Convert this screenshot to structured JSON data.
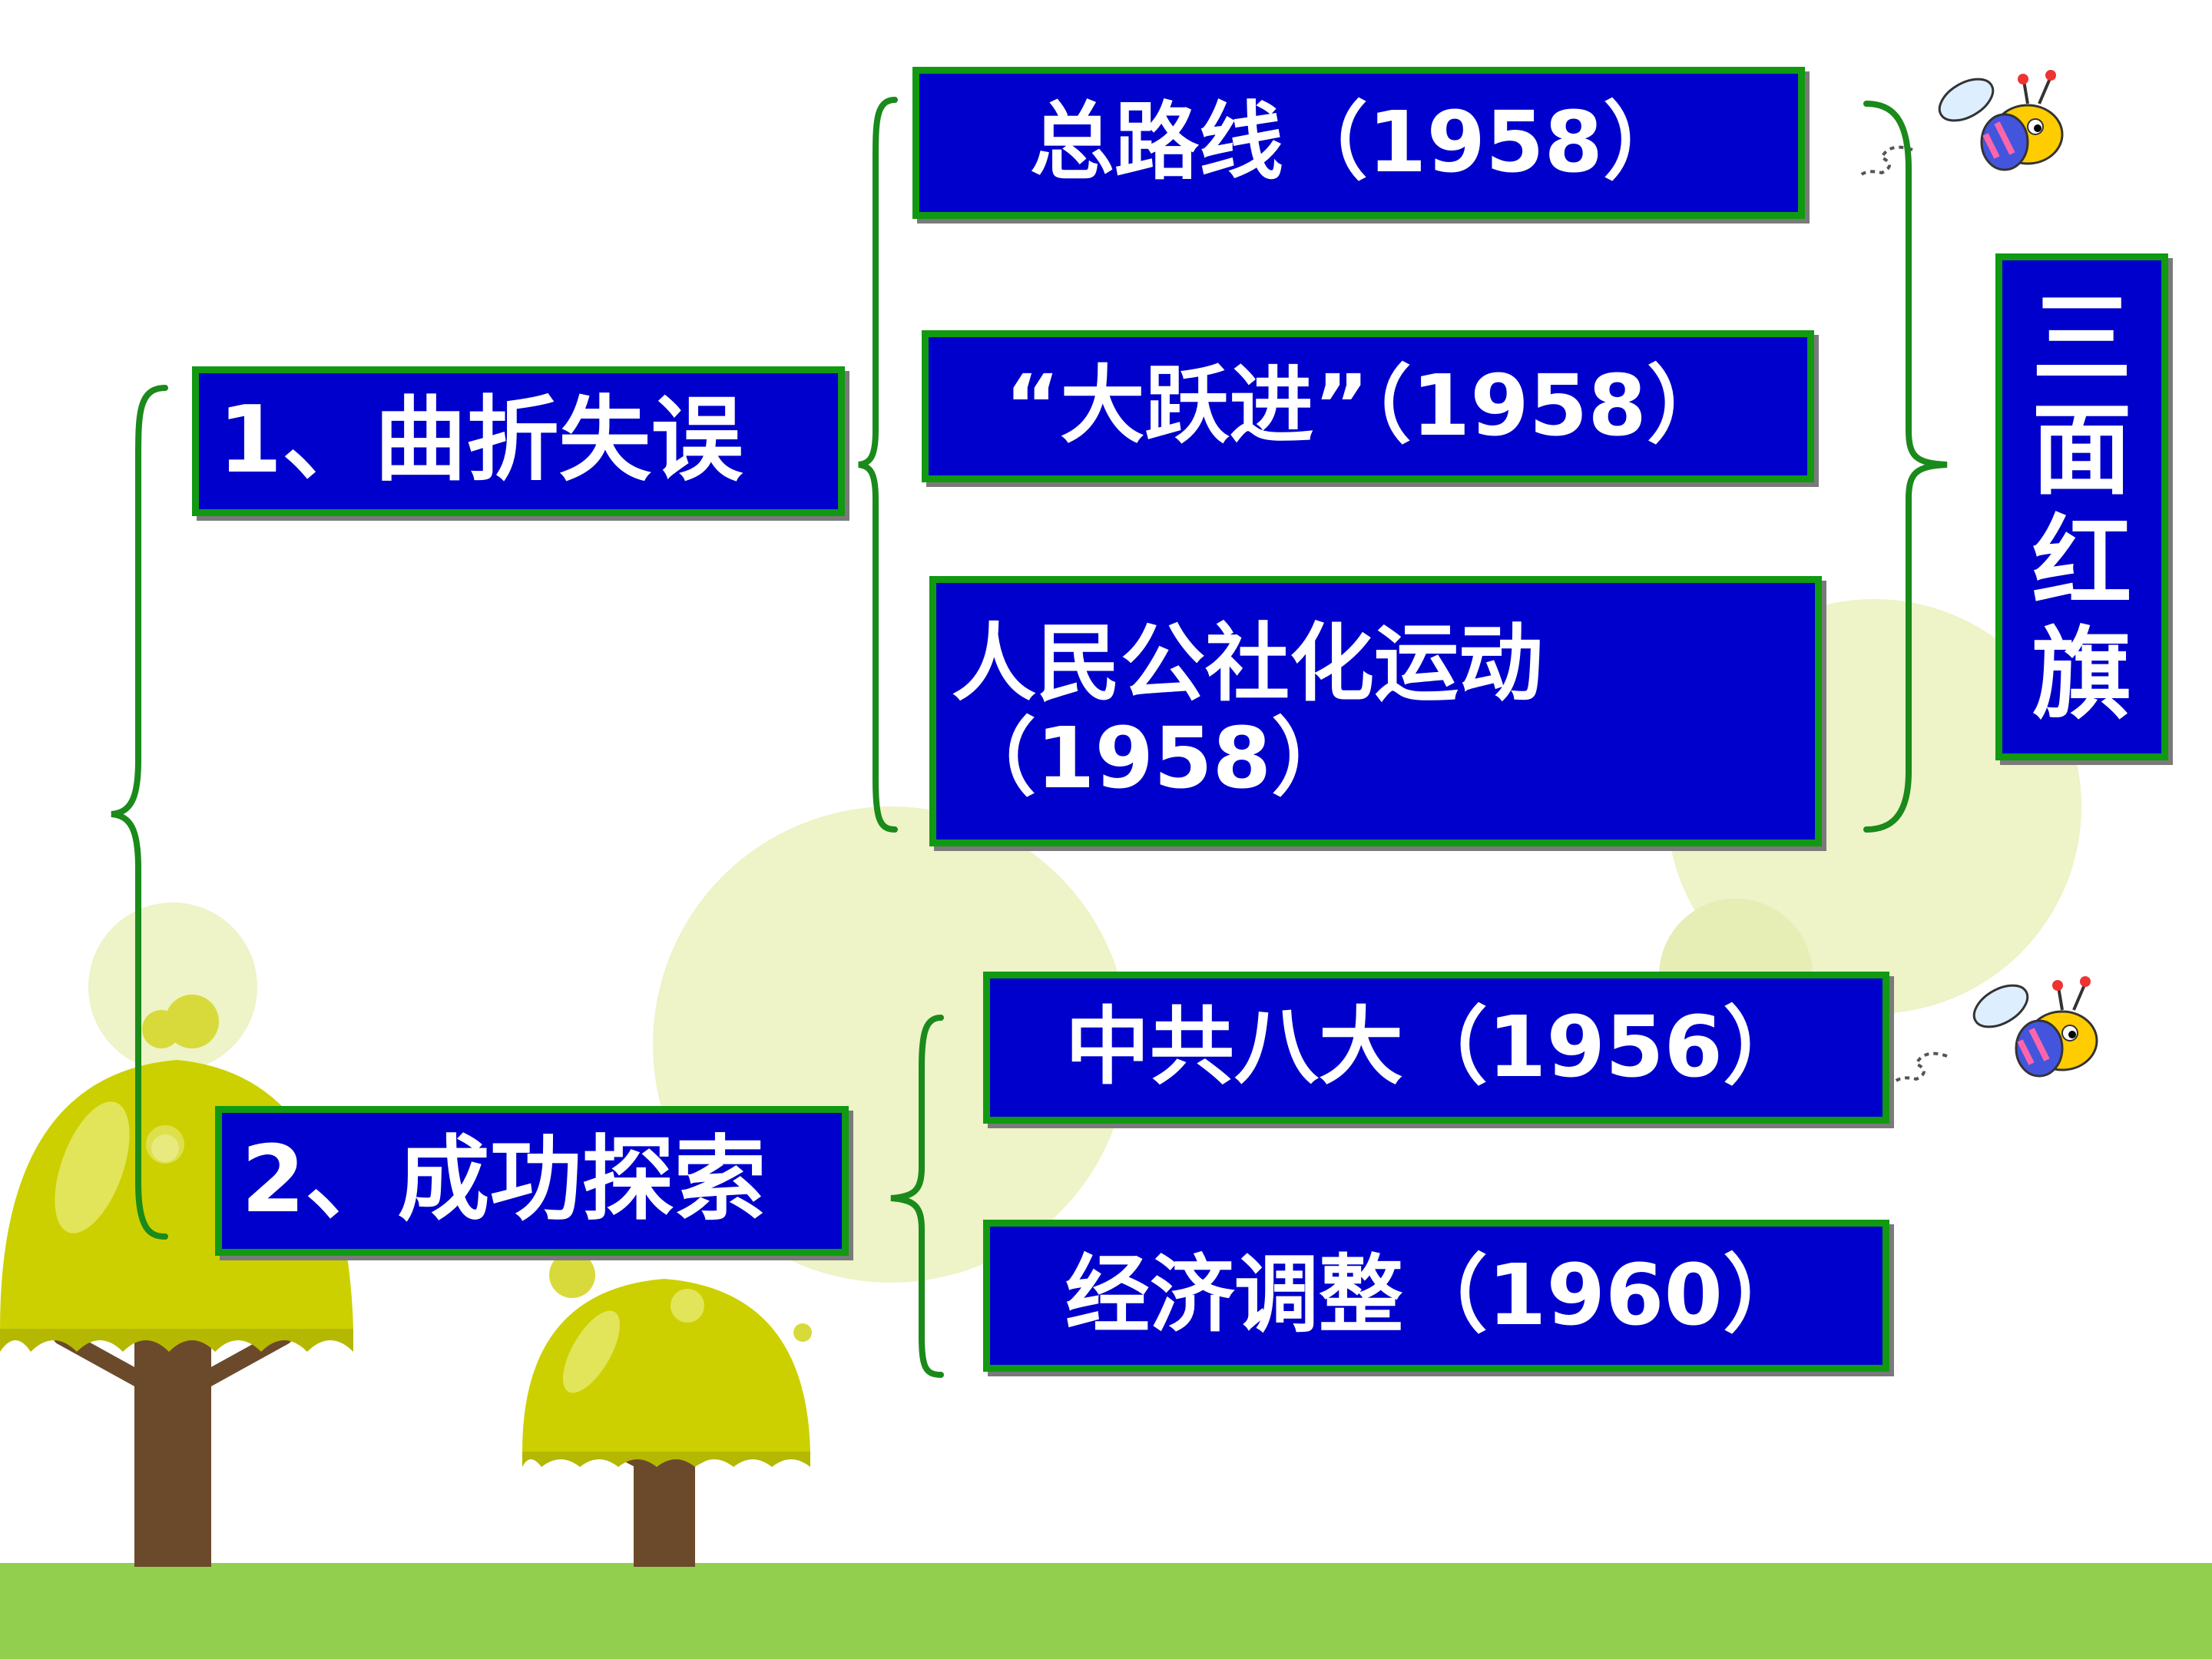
{
  "colors": {
    "box_fill": "#0000CC",
    "box_border": "#119911",
    "box_text": "#FFFFFF",
    "brace": "#1A8A1A",
    "grass": "#92CF4F",
    "tree_canopy": "#CCD000",
    "tree_trunk": "#6B4A2B",
    "bubble": "#EEF3C8"
  },
  "diagram": {
    "main_nodes": [
      {
        "id": "detours",
        "label": "1、曲折失误"
      },
      {
        "id": "success",
        "label": "2、成功探索"
      }
    ],
    "detour_items": [
      {
        "label": "总路线（1958）"
      },
      {
        "label": "“大跃进”（1958）"
      },
      {
        "label_line1": "人民公社化运动",
        "label_line2": "（1958）"
      }
    ],
    "success_items": [
      {
        "label": "中共八大（1956）"
      },
      {
        "label": "经济调整（1960）"
      }
    ],
    "summary": {
      "chars": [
        "三",
        "面",
        "红",
        "旗"
      ]
    }
  },
  "decorations": [
    "tree-icon",
    "bee-icon"
  ]
}
